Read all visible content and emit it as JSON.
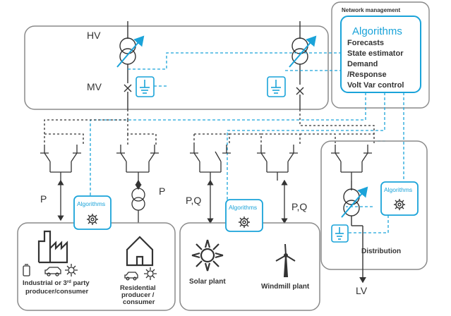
{
  "network_management": {
    "title": "Network management",
    "algorithms_title": "Algorithms",
    "items": [
      "Forecasts",
      "State estimator",
      "Demand",
      "/Response",
      "Volt Var control"
    ]
  },
  "substation": {
    "hv_label": "HV",
    "mv_label": "MV"
  },
  "feeders": {
    "p_left": "P",
    "p_residential": "P",
    "pq_solar": "P,Q",
    "pq_wind": "P,Q"
  },
  "algorithm_badges": {
    "industrial": "Algorithms",
    "solar": "Algorithms",
    "distribution": "Algorithms"
  },
  "consumers": {
    "industrial_line1": "Industrial or 3",
    "industrial_sup": "rd",
    "industrial_line1_end": " party",
    "industrial_line2": "producer/consumer",
    "residential_line1": "Residential",
    "residential_line2": "producer /",
    "residential_line3": "consumer"
  },
  "plants": {
    "solar": "Solar plant",
    "wind": "Windmill plant"
  },
  "distribution": {
    "label": "Distribution",
    "lv_label": "LV"
  },
  "colors": {
    "accent": "#1aa3d9",
    "line": "#333333",
    "frame": "#8a8a8a"
  }
}
